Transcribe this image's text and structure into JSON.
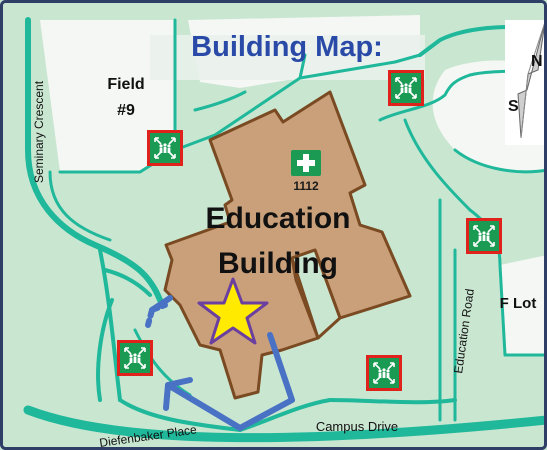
{
  "map": {
    "title": "Building Map:",
    "building": {
      "label_line1": "Education",
      "label_line2": "Building"
    },
    "first_aid": {
      "room_number": "1112",
      "icon": "first-aid-icon"
    },
    "compass": {
      "north_label": "N",
      "south_label": "S",
      "icon": "compass-arrow-icon"
    },
    "labels": {
      "field": "Field\n#9",
      "field_line1": "Field",
      "field_line2": "#9",
      "seminary": "Seminary Crescent",
      "education_road": "Education Road",
      "campus_drive": "Campus Drive",
      "diefenbaker": "Diefenbaker Place",
      "f_lot": "F Lot"
    },
    "assembly_points": {
      "icon": "assembly-point-icon",
      "count": 5
    },
    "colors": {
      "grass": "#c9e6d1",
      "road": "#1fb89a",
      "building": "#caa07a",
      "building_outline": "#7a4a22",
      "route_arrow": "#4a72c4",
      "star_fill": "#ffea00",
      "star_outline": "#6a3fa0",
      "assembly_border": "#e0221c",
      "assembly_fill": "#1a9a52",
      "frame": "#2e3e66"
    }
  }
}
